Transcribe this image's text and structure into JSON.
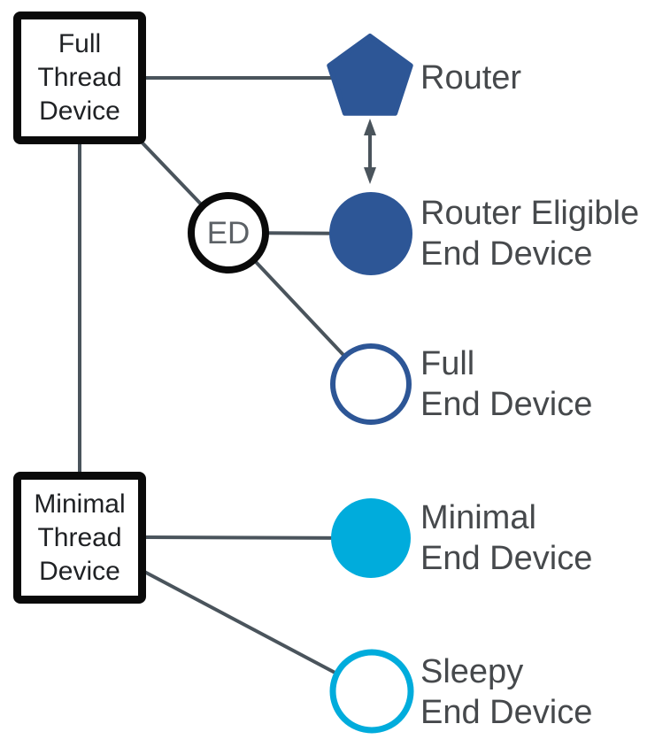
{
  "colors": {
    "blue": "#2d5696",
    "cyan": "#00acdc",
    "edge": "#4a545c",
    "black": "#0a0a0a"
  },
  "boxes": {
    "full_thread_device": {
      "line1": "Full",
      "line2": "Thread",
      "line3": "Device"
    },
    "minimal_thread_device": {
      "line1": "Minimal",
      "line2": "Thread",
      "line3": "Device"
    }
  },
  "nodes": {
    "ed_badge": "ED",
    "router": "Router",
    "router_eligible": {
      "line1": "Router Eligible",
      "line2": "End Device"
    },
    "full_end_device": {
      "line1": "Full",
      "line2": "End Device"
    },
    "minimal_end_device": {
      "line1": "Minimal",
      "line2": "End Device"
    },
    "sleepy_end_device": {
      "line1": "Sleepy",
      "line2": "End Device"
    }
  }
}
